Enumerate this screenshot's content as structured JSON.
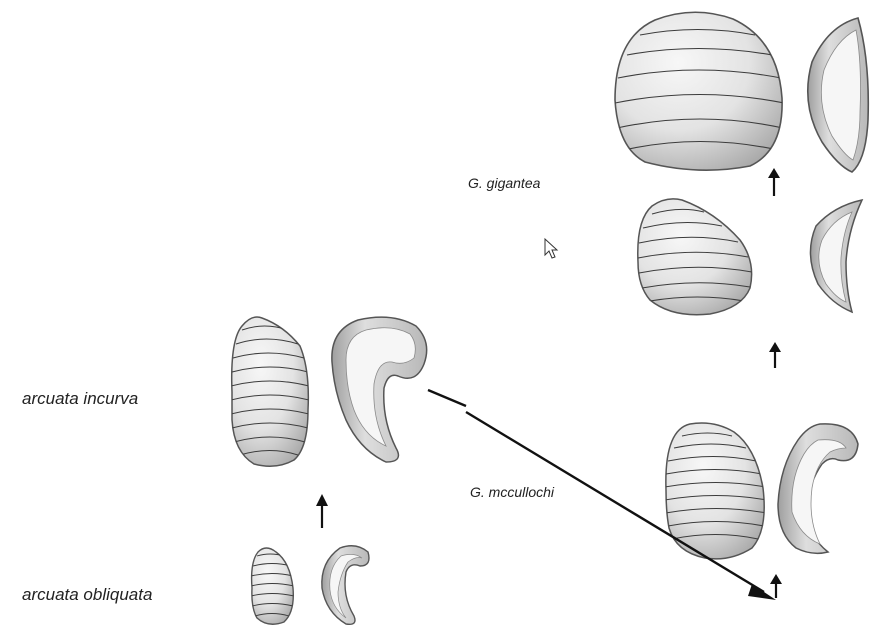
{
  "labels": {
    "arcuata_incurva": "arcuata incurva",
    "arcuata_obliquata": "arcuata obliquata",
    "g_gigantea": "G. gigantea",
    "g_mccullochi": "G. mccullochi"
  },
  "colors": {
    "shell_fill_light": "#f4f4f4",
    "shell_fill_dark": "#b5b5b5",
    "shell_stroke": "#555555",
    "growth_line": "#3c3c3c",
    "arrow": "#111111",
    "text": "#222222"
  },
  "icons": {
    "cursor": "mouse-pointer-icon"
  }
}
